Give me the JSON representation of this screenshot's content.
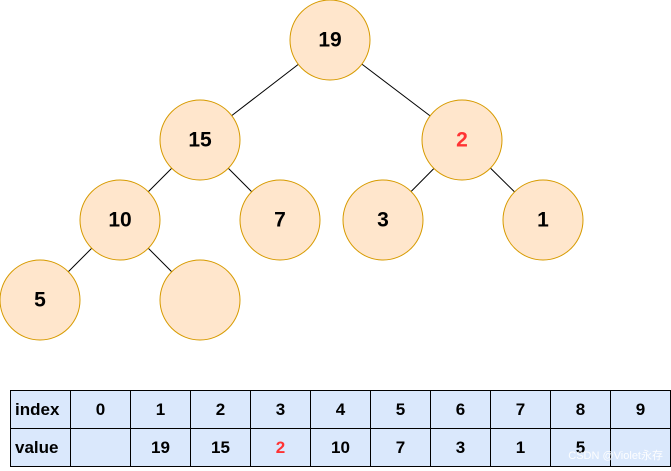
{
  "tree": {
    "nodes": [
      {
        "id": "n19",
        "label": "19",
        "color": "#000000"
      },
      {
        "id": "n15",
        "label": "15",
        "color": "#000000"
      },
      {
        "id": "n2",
        "label": "2",
        "color": "#ff3333"
      },
      {
        "id": "n10",
        "label": "10",
        "color": "#000000"
      },
      {
        "id": "n7",
        "label": "7",
        "color": "#000000"
      },
      {
        "id": "n3",
        "label": "3",
        "color": "#000000"
      },
      {
        "id": "n1",
        "label": "1",
        "color": "#000000"
      },
      {
        "id": "n5",
        "label": "5",
        "color": "#000000"
      },
      {
        "id": "nEmpty",
        "label": "",
        "color": "#000000"
      }
    ],
    "edges": [
      [
        "n19",
        "n15"
      ],
      [
        "n19",
        "n2"
      ],
      [
        "n15",
        "n10"
      ],
      [
        "n15",
        "n7"
      ],
      [
        "n2",
        "n3"
      ],
      [
        "n2",
        "n1"
      ],
      [
        "n10",
        "n5"
      ],
      [
        "n10",
        "nEmpty"
      ]
    ],
    "node_fill": "#ffe6cc",
    "node_stroke": "#d79b00"
  },
  "table": {
    "index_label": "index",
    "value_label": "value",
    "indices": [
      "0",
      "1",
      "2",
      "3",
      "4",
      "5",
      "6",
      "7",
      "8",
      "9"
    ],
    "values": [
      "",
      "19",
      "15",
      "2",
      "10",
      "7",
      "3",
      "1",
      "5",
      ""
    ],
    "highlight_color": "#ff3333",
    "highlight_positions": [
      3
    ],
    "cell_fill": "#dae8fc"
  },
  "watermark": "CSDN @Violet永存"
}
